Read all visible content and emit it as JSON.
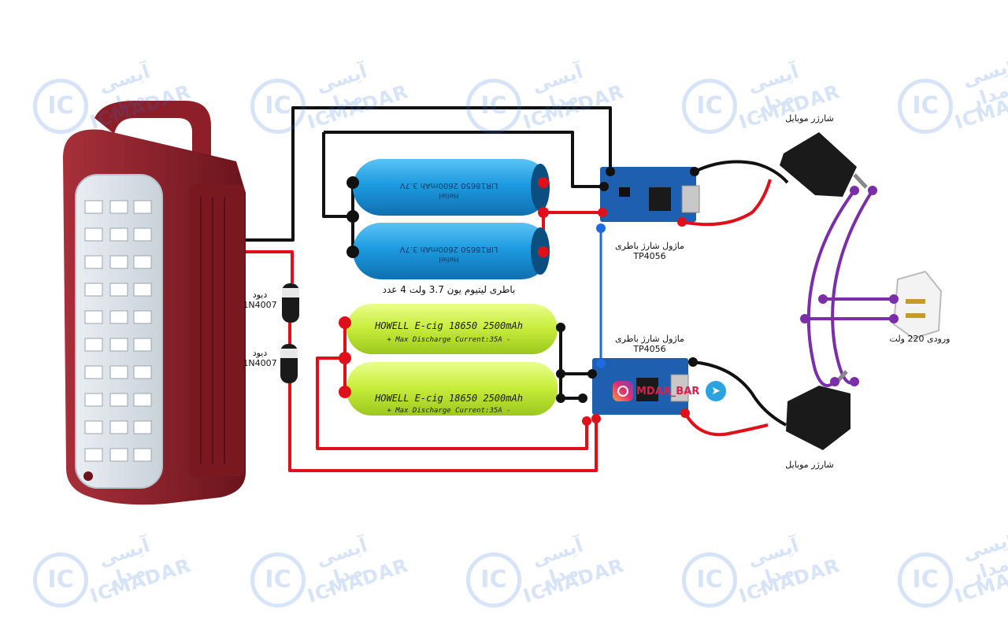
{
  "watermark": {
    "persian": "آیسی مدار",
    "english": "ICMADAR",
    "logo_text": "IC"
  },
  "batteries_top": {
    "label_line": "LIR18650 2600mAh 3.7V",
    "label_line2": "Heliel",
    "caption": "باطری لیتیوم یون 3.7 ولت 4 عدد"
  },
  "batteries_bottom": {
    "line1": "HOWELL E-cig 18650 2500mAh",
    "line2": "+ Max Discharge Current:35A -"
  },
  "diodes": [
    {
      "label": "دیود",
      "part": "1N4007"
    },
    {
      "label": "دیود",
      "part": "1N4007"
    }
  ],
  "modules": [
    {
      "title": "ماژول شارژ باطری",
      "part": "TP4056"
    },
    {
      "title": "ماژول شارژ باطری",
      "part": "TP4056"
    }
  ],
  "chargers": [
    {
      "label": "شارژر موبایل"
    },
    {
      "label": "شارژر موبایل"
    }
  ],
  "plug": {
    "label": "ورودی 220 ولت"
  },
  "social": {
    "handle": "MDAR_BAR"
  },
  "colors": {
    "wire_black": "#111111",
    "wire_red": "#e0101a",
    "wire_blue": "#1f6ae0",
    "wire_purple": "#7a2ea8",
    "battery_blue": "#1d9be0",
    "battery_green": "#c6ec3a",
    "lamp_body": "#8e1e27",
    "module_blue": "#1f5fb0"
  }
}
